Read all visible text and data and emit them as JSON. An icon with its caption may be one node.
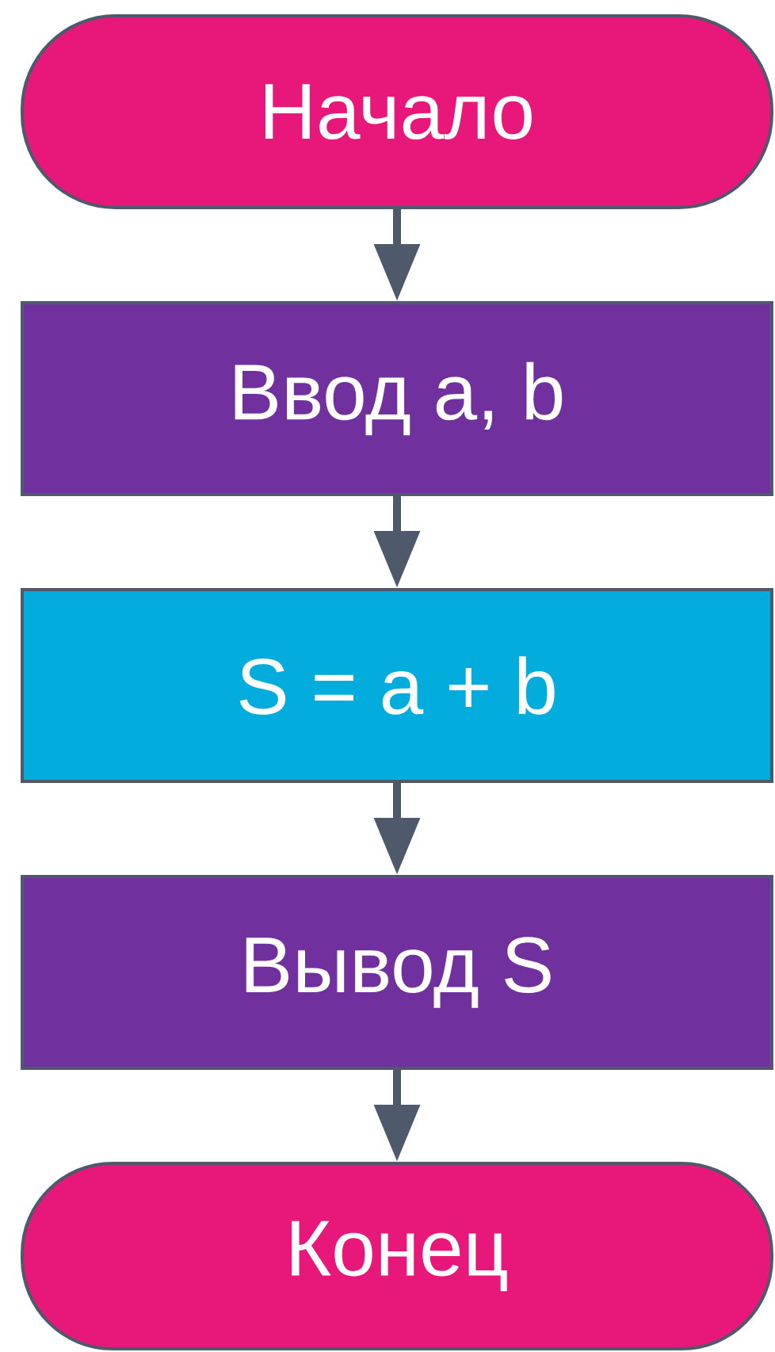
{
  "diagram": {
    "nodes": [
      {
        "text": [
          "Начало"
        ]
      },
      {
        "text": [
          "Ввод a, b"
        ]
      },
      {
        "text": [
          "S = a + b"
        ]
      },
      {
        "text": [
          "Вывод S"
        ]
      },
      {
        "text": [
          "Конец"
        ]
      }
    ],
    "edges": [
      {
        "from": 0,
        "to": 1,
        "arrow": "to"
      },
      {
        "from": 1,
        "to": 2,
        "arrow": "to"
      },
      {
        "from": 2,
        "to": 3,
        "arrow": "to"
      },
      {
        "from": 3,
        "to": 4,
        "arrow": "to"
      }
    ]
  }
}
